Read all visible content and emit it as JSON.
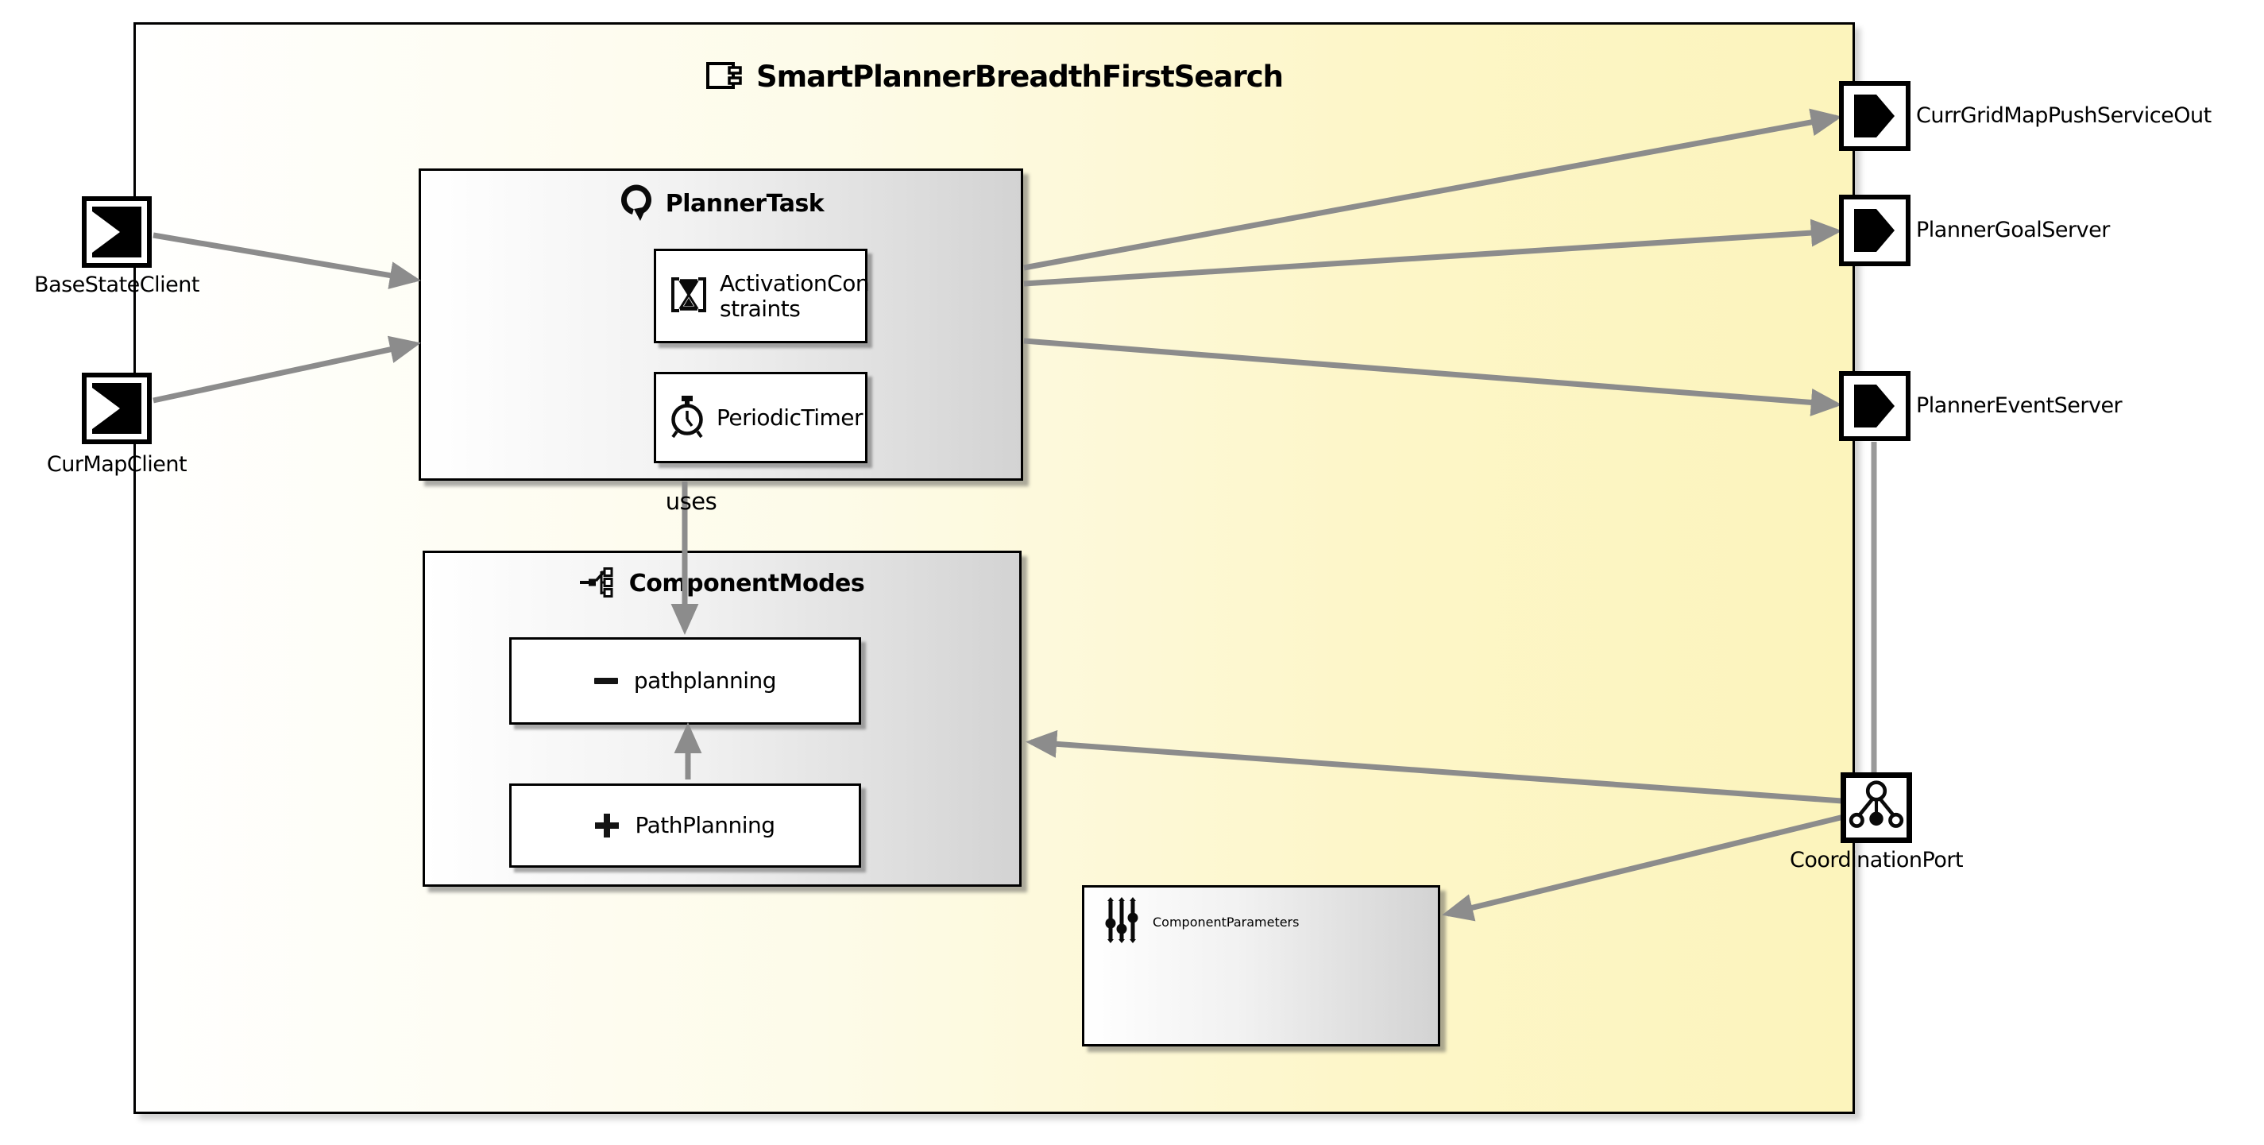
{
  "diagram": {
    "title": "SmartPlannerBreadthFirstSearch",
    "uses_label": "uses",
    "planner_task": {
      "title": "PlannerTask",
      "activation_label": "ActivationCon\nstraints",
      "timer_label": "PeriodicTimer"
    },
    "component_modes": {
      "title": "ComponentModes",
      "mode_lower": "pathplanning",
      "mode_upper": "PathPlanning"
    },
    "component_parameters": {
      "title": "ComponentParameters"
    },
    "ports": {
      "left": [
        {
          "label": "BaseStateClient"
        },
        {
          "label": "CurMapClient"
        }
      ],
      "right": [
        {
          "label": "CurrGridMapPushServiceOut"
        },
        {
          "label": "PlannerGoalServer"
        },
        {
          "label": "PlannerEventServer"
        }
      ],
      "coordination": {
        "label": "CoordinationPort"
      }
    },
    "colors": {
      "component_fill_left": "#ffffff",
      "component_fill_right": "#fcf4bc",
      "panel_gray": "#d3d3d3",
      "connector_gray": "#8c8c8c",
      "border_black": "#000000"
    }
  }
}
